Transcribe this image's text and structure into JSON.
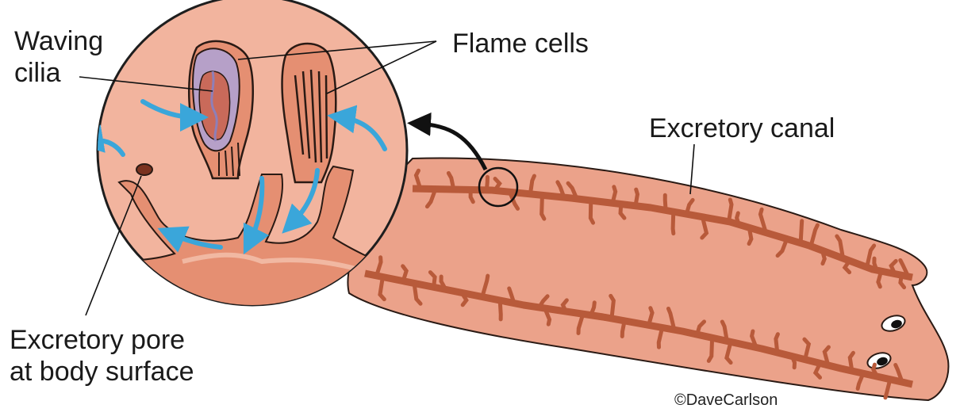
{
  "labels": {
    "waving_cilia_line1": "Waving",
    "waving_cilia_line2": "cilia",
    "flame_cells": "Flame cells",
    "excretory_canal": "Excretory canal",
    "excretory_pore_line1": "Excretory pore",
    "excretory_pore_line2": "at body surface"
  },
  "credit": "©DaveCarlson",
  "colors": {
    "body": "#eba28a",
    "canal": "#b85a3a",
    "tissue": "#f0b09a",
    "cilia_chamber": "#b6a0c8",
    "flow_arrow": "#3aa6da",
    "outline": "#2a1a14"
  }
}
